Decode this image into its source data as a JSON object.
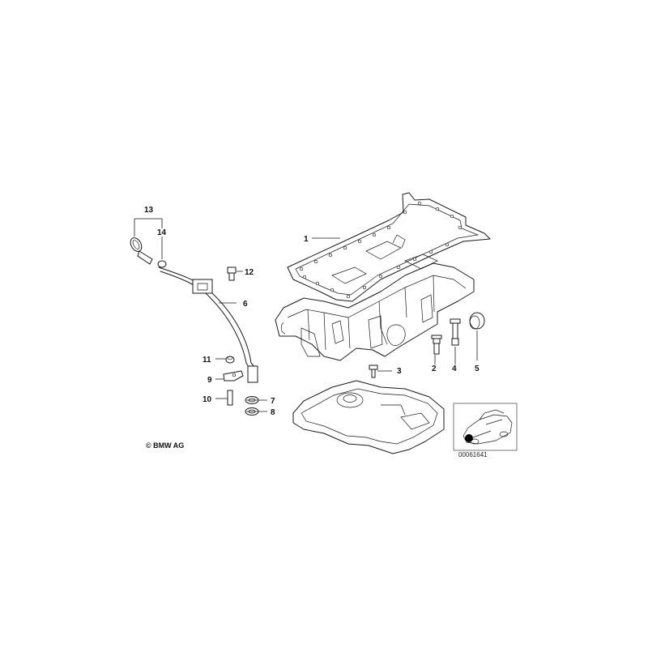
{
  "callouts": [
    "1",
    "2",
    "3",
    "4",
    "5",
    "6",
    "7",
    "8",
    "9",
    "10",
    "11",
    "12",
    "13",
    "14"
  ],
  "copyright": "© BMW AG",
  "reference_number": "00061641"
}
